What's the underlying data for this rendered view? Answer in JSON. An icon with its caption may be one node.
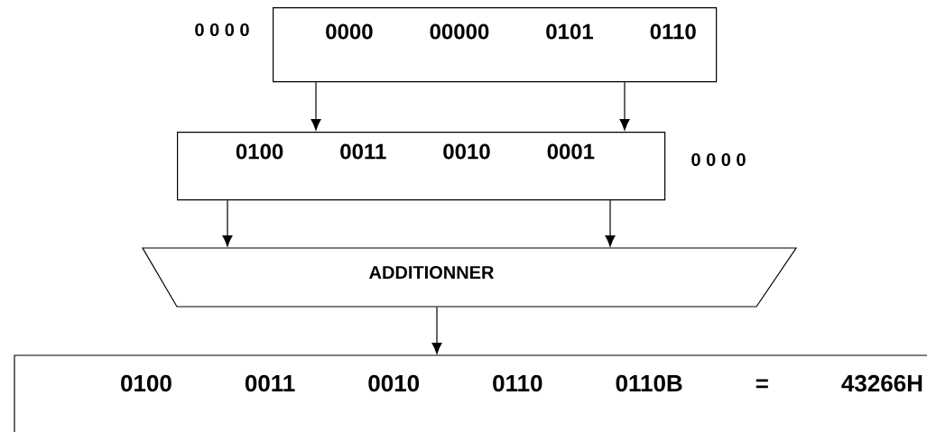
{
  "diagram": {
    "nodes": [
      {
        "text": [
          "0000 00000 0101 0110"
        ],
        "beside": [
          "0 0 0 0"
        ]
      },
      {
        "text": [
          "0100 0011 0010 0001"
        ],
        "beside": [
          "0 0 0 0"
        ]
      },
      {
        "text": [
          "ADDITIONNER"
        ]
      },
      {
        "text": [
          "0100 0011 0010 0110 0110B = 43266H"
        ]
      }
    ],
    "edges": [
      {
        "from": 0,
        "to": 1,
        "arrow": "to"
      },
      {
        "from": 0,
        "to": 1,
        "arrow": "to"
      },
      {
        "from": 1,
        "to": 2,
        "arrow": "to"
      },
      {
        "from": 1,
        "to": 2,
        "arrow": "to"
      },
      {
        "from": 2,
        "to": 3,
        "arrow": "to"
      }
    ]
  }
}
